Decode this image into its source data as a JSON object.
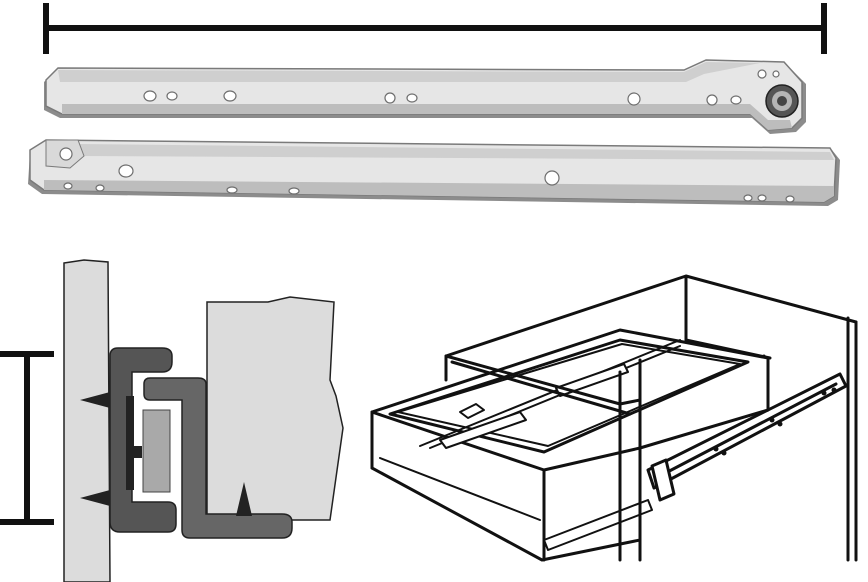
{
  "figure": {
    "panels": [
      "drawer-slide-rails-photo",
      "slide-cross-section",
      "drawer-in-cabinet-drawing"
    ]
  },
  "colors": {
    "ink": "#111111",
    "rail-light": "#e6e6e6",
    "rail-mid": "#cfcfcf",
    "rail-dark": "#8c8c8c",
    "panel-grey": "#dcdcdc",
    "profile-dark": "#555555",
    "profile-mid": "#666666",
    "insert-grey": "#a9a9a9"
  }
}
